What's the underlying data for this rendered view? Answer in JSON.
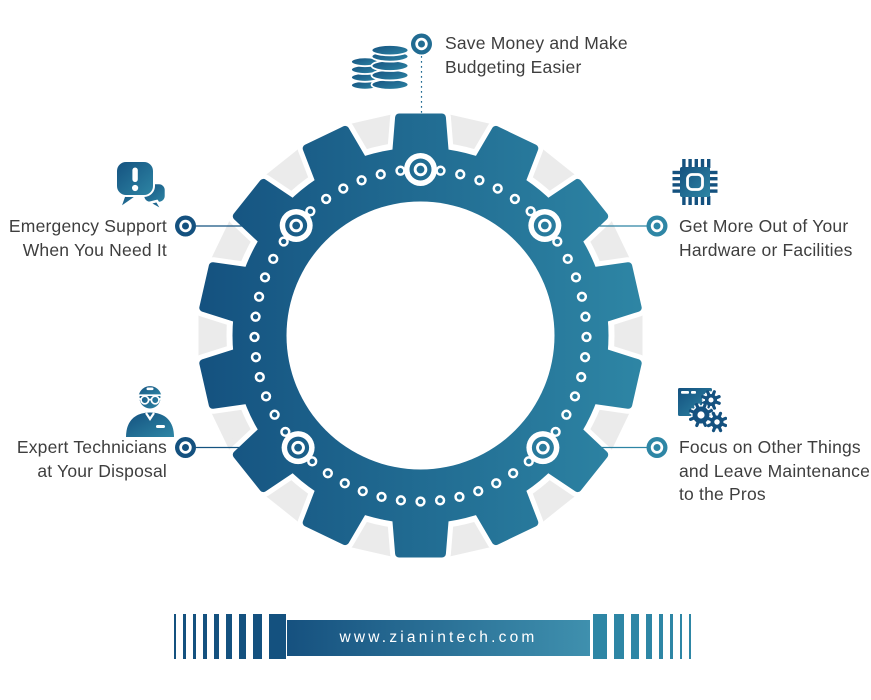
{
  "benefits": {
    "save_money": {
      "line1": "Save Money and Make",
      "line2": "Budgeting Easier"
    },
    "hardware": {
      "line1": "Get More Out of Your",
      "line2": "Hardware or Facilities"
    },
    "maintenance": {
      "line1": "Focus on Other Things",
      "line2": "and Leave Maintenance",
      "line3": "to the Pros"
    },
    "emergency": {
      "line1": "Emergency Support",
      "line2": "When You Need It"
    },
    "technicians": {
      "line1": "Expert Technicians",
      "line2": "at Your Disposal"
    }
  },
  "footer": {
    "website": "www.zianintech.com"
  },
  "colors": {
    "gear_dark": "#14517f",
    "gear_teal": "#2e86a5",
    "gear_gray": "#ebebeb",
    "text": "#3e3e3e",
    "banner_dark": "#16517f",
    "banner_light": "#3f90ae",
    "barcode_left": "#14517f",
    "barcode_right": "#2e86a5",
    "white": "#ffffff"
  }
}
